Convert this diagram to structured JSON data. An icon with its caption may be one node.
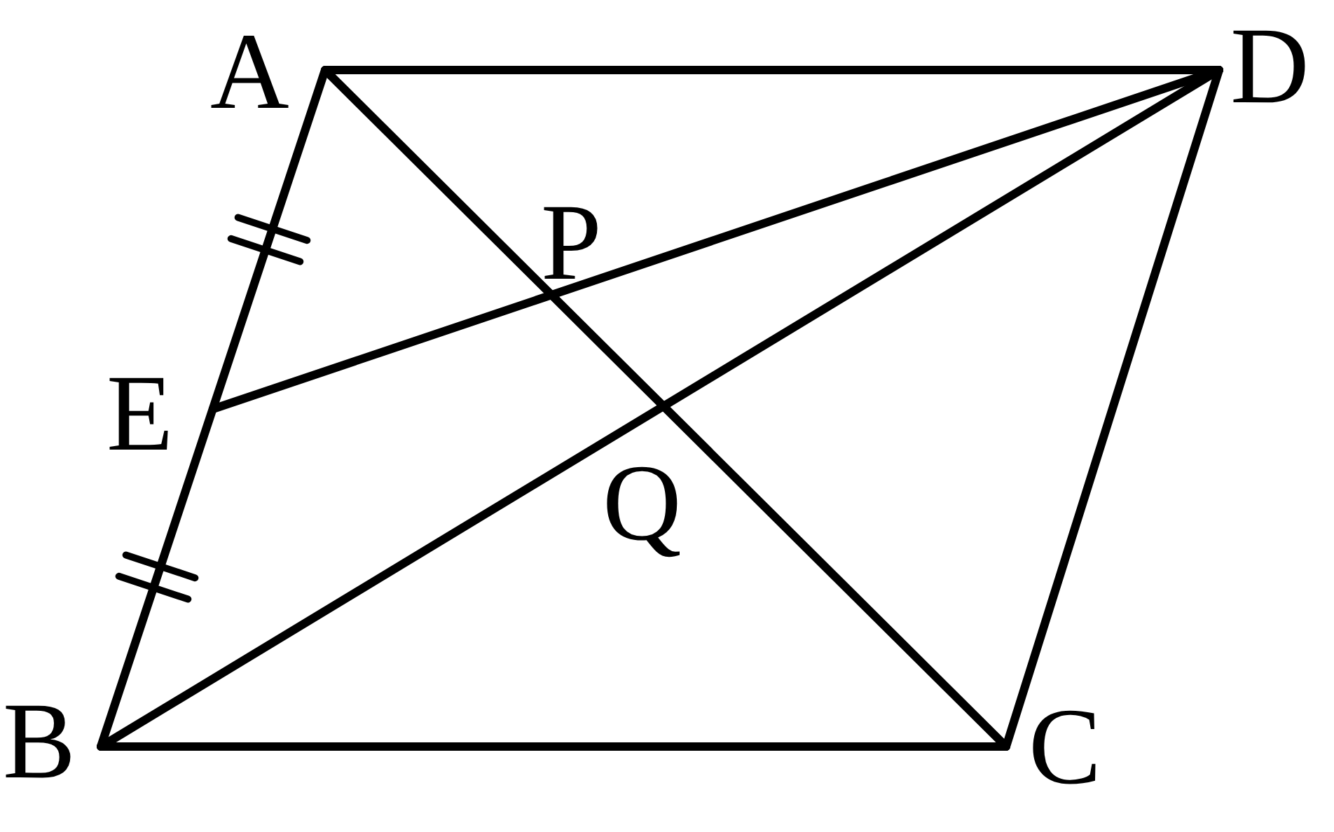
{
  "diagram": {
    "labels": [
      "A",
      "D",
      "P",
      "E",
      "Q",
      "B",
      "C"
    ]
  }
}
